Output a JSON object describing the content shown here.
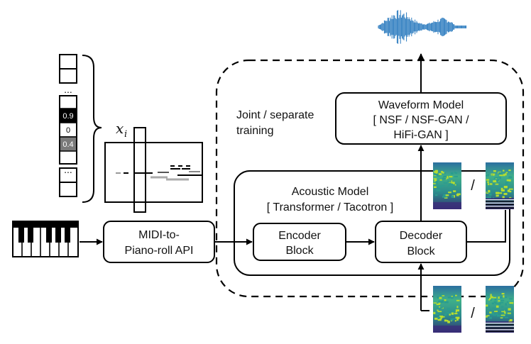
{
  "diagram": {
    "waveform_model": {
      "title": "Waveform Model",
      "line2": "[ NSF / NSF-GAN /",
      "line3": "HiFi-GAN ]"
    },
    "joint_label": {
      "line1": "Joint / separate",
      "line2": "training"
    },
    "acoustic_model": {
      "title": "Acoustic Model",
      "subtitle": "[ Transformer / Tacotron ]"
    },
    "encoder_block": {
      "line1": "Encoder",
      "line2": "Block"
    },
    "decoder_block": {
      "line1": "Decoder",
      "line2": "Block"
    },
    "midi_api": {
      "line1": "MIDI-to-",
      "line2": "Piano-roll API"
    },
    "feature_vector": {
      "ellipsis_top": "...",
      "ellipsis_bottom": "...",
      "values": [
        "0.9",
        "0",
        "0.4"
      ],
      "cell_colors": [
        "#000000",
        "#ffffff",
        "#7a7a7a"
      ]
    },
    "frame_symbol": "x",
    "frame_subscript": "i",
    "separators": {
      "top": "/",
      "bottom": "/"
    },
    "colors": {
      "line": "#000000",
      "waveform": "#2b7bbf",
      "spectrogram_low": "#3b2b7a",
      "spectrogram_mid": "#2a9d8f",
      "spectrogram_high": "#b8de2e"
    }
  }
}
